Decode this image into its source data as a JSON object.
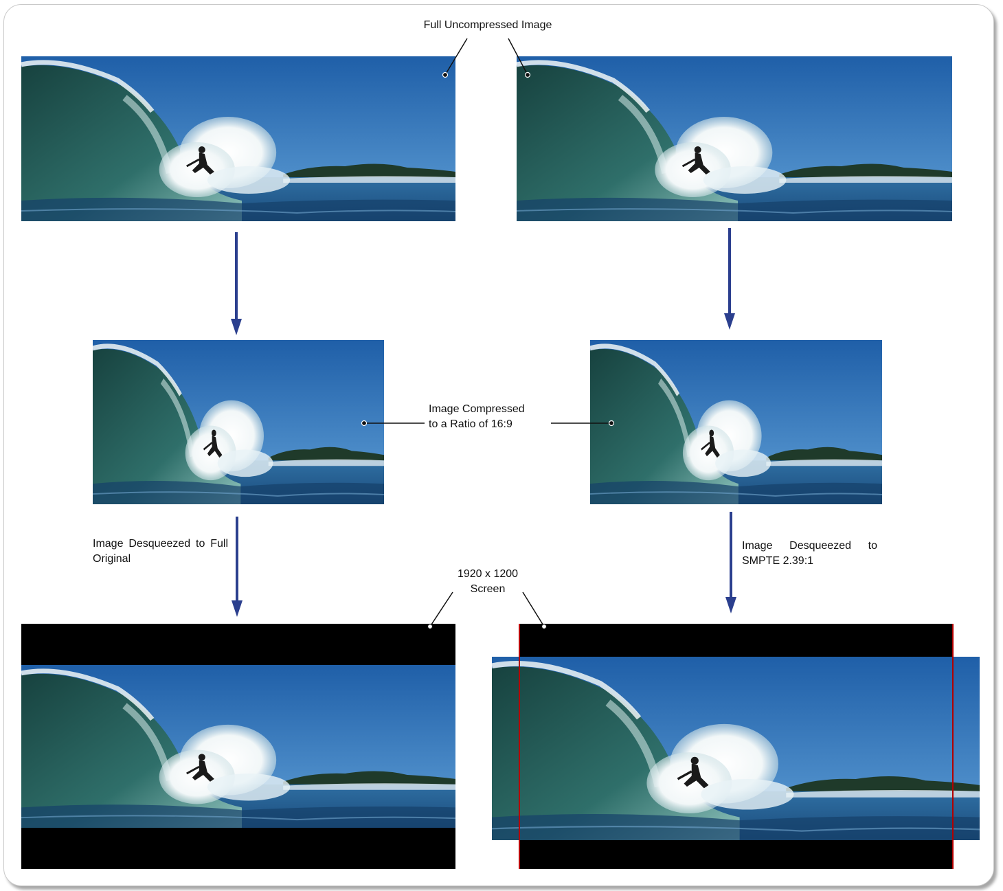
{
  "labels": {
    "full_uncompressed": "Full Uncompressed Image",
    "compressed_line1": "Image Compressed",
    "compressed_line2": "to a Ratio of 16:9",
    "desqueeze_left": "Image Desqueezed to Full Original",
    "screen_line1": "1920 x 1200",
    "screen_line2": "Screen",
    "desqueeze_right": "Image Desqueezed to SMPTE 2.39:1"
  },
  "colors": {
    "arrow": "#2b3f8e",
    "screen_border": "#b30000",
    "letterbox": "#000000"
  },
  "icons": {
    "arrow": "down-arrow-icon",
    "callout_dot": "callout-dot-icon"
  }
}
